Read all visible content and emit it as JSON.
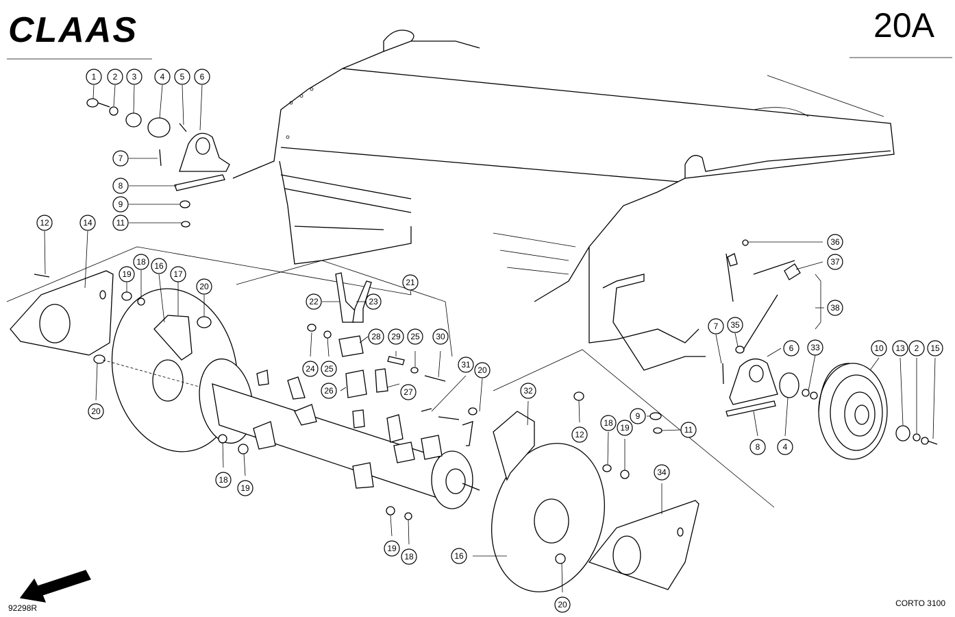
{
  "header": {
    "brand": "CLAAS",
    "page_number": "20A"
  },
  "footer": {
    "drawing_number": "92298R",
    "model": "CORTO 3100"
  },
  "callouts": [
    {
      "id": "c1",
      "label": "1"
    },
    {
      "id": "c2",
      "label": "2"
    },
    {
      "id": "c3",
      "label": "3"
    },
    {
      "id": "c4",
      "label": "4"
    },
    {
      "id": "c5",
      "label": "5"
    },
    {
      "id": "c6",
      "label": "6"
    },
    {
      "id": "c7",
      "label": "7"
    },
    {
      "id": "c8",
      "label": "8"
    },
    {
      "id": "c9",
      "label": "9"
    },
    {
      "id": "c11",
      "label": "11"
    },
    {
      "id": "c12",
      "label": "12"
    },
    {
      "id": "c14",
      "label": "14"
    },
    {
      "id": "c19",
      "label": "19"
    },
    {
      "id": "c18",
      "label": "18"
    },
    {
      "id": "c16",
      "label": "16"
    },
    {
      "id": "c17",
      "label": "17"
    },
    {
      "id": "c20",
      "label": "20"
    },
    {
      "id": "c20b",
      "label": "20"
    },
    {
      "id": "c22",
      "label": "22"
    },
    {
      "id": "c23",
      "label": "23"
    },
    {
      "id": "c21",
      "label": "21"
    },
    {
      "id": "c28",
      "label": "28"
    },
    {
      "id": "c29",
      "label": "29"
    },
    {
      "id": "c25",
      "label": "25"
    },
    {
      "id": "c30",
      "label": "30"
    },
    {
      "id": "c24",
      "label": "24"
    },
    {
      "id": "c25b",
      "label": "25"
    },
    {
      "id": "c26",
      "label": "26"
    },
    {
      "id": "c27",
      "label": "27"
    },
    {
      "id": "c31",
      "label": "31"
    },
    {
      "id": "c20c",
      "label": "20"
    },
    {
      "id": "c32",
      "label": "32"
    },
    {
      "id": "c18b",
      "label": "18"
    },
    {
      "id": "c19b",
      "label": "19"
    },
    {
      "id": "c19c",
      "label": "19"
    },
    {
      "id": "c18c",
      "label": "18"
    },
    {
      "id": "c16b",
      "label": "16"
    },
    {
      "id": "c20d",
      "label": "20"
    },
    {
      "id": "c34",
      "label": "34"
    },
    {
      "id": "c12b",
      "label": "12"
    },
    {
      "id": "c18d",
      "label": "18"
    },
    {
      "id": "c19d",
      "label": "19"
    },
    {
      "id": "c9b",
      "label": "9"
    },
    {
      "id": "c11b",
      "label": "11"
    },
    {
      "id": "c36",
      "label": "36"
    },
    {
      "id": "c37",
      "label": "37"
    },
    {
      "id": "c38",
      "label": "38"
    },
    {
      "id": "c7b",
      "label": "7"
    },
    {
      "id": "c35",
      "label": "35"
    },
    {
      "id": "c6b",
      "label": "6"
    },
    {
      "id": "c8b",
      "label": "8"
    },
    {
      "id": "c4b",
      "label": "4"
    },
    {
      "id": "c33",
      "label": "33"
    },
    {
      "id": "c10",
      "label": "10"
    },
    {
      "id": "c13",
      "label": "13"
    },
    {
      "id": "c2b",
      "label": "2"
    },
    {
      "id": "c15",
      "label": "15"
    }
  ]
}
